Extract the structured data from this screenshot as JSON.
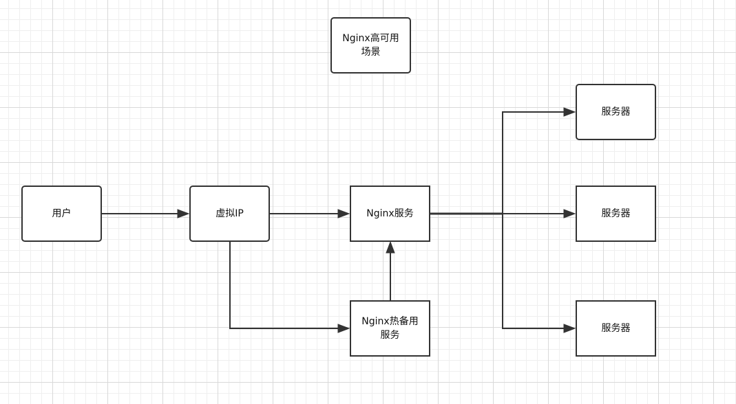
{
  "nodes": {
    "title": "Nginx高可用场景",
    "user": "用户",
    "virtual_ip": "虚拟IP",
    "nginx_service": "Nginx服务",
    "nginx_standby": "Nginx热备用服务",
    "server_1": "服务器",
    "server_2": "服务器",
    "server_3": "服务器"
  },
  "edges": [
    {
      "from": "user",
      "to": "virtual_ip"
    },
    {
      "from": "virtual_ip",
      "to": "nginx_service"
    },
    {
      "from": "virtual_ip",
      "to": "nginx_standby"
    },
    {
      "from": "nginx_standby",
      "to": "nginx_service"
    },
    {
      "from": "nginx_service",
      "to": "server_1"
    },
    {
      "from": "nginx_service",
      "to": "server_2"
    },
    {
      "from": "nginx_service",
      "to": "server_3"
    }
  ],
  "colors": {
    "stroke": "#333333",
    "background": "#ffffff",
    "grid_major": "#d9d9d9",
    "grid_minor": "#efefef"
  }
}
